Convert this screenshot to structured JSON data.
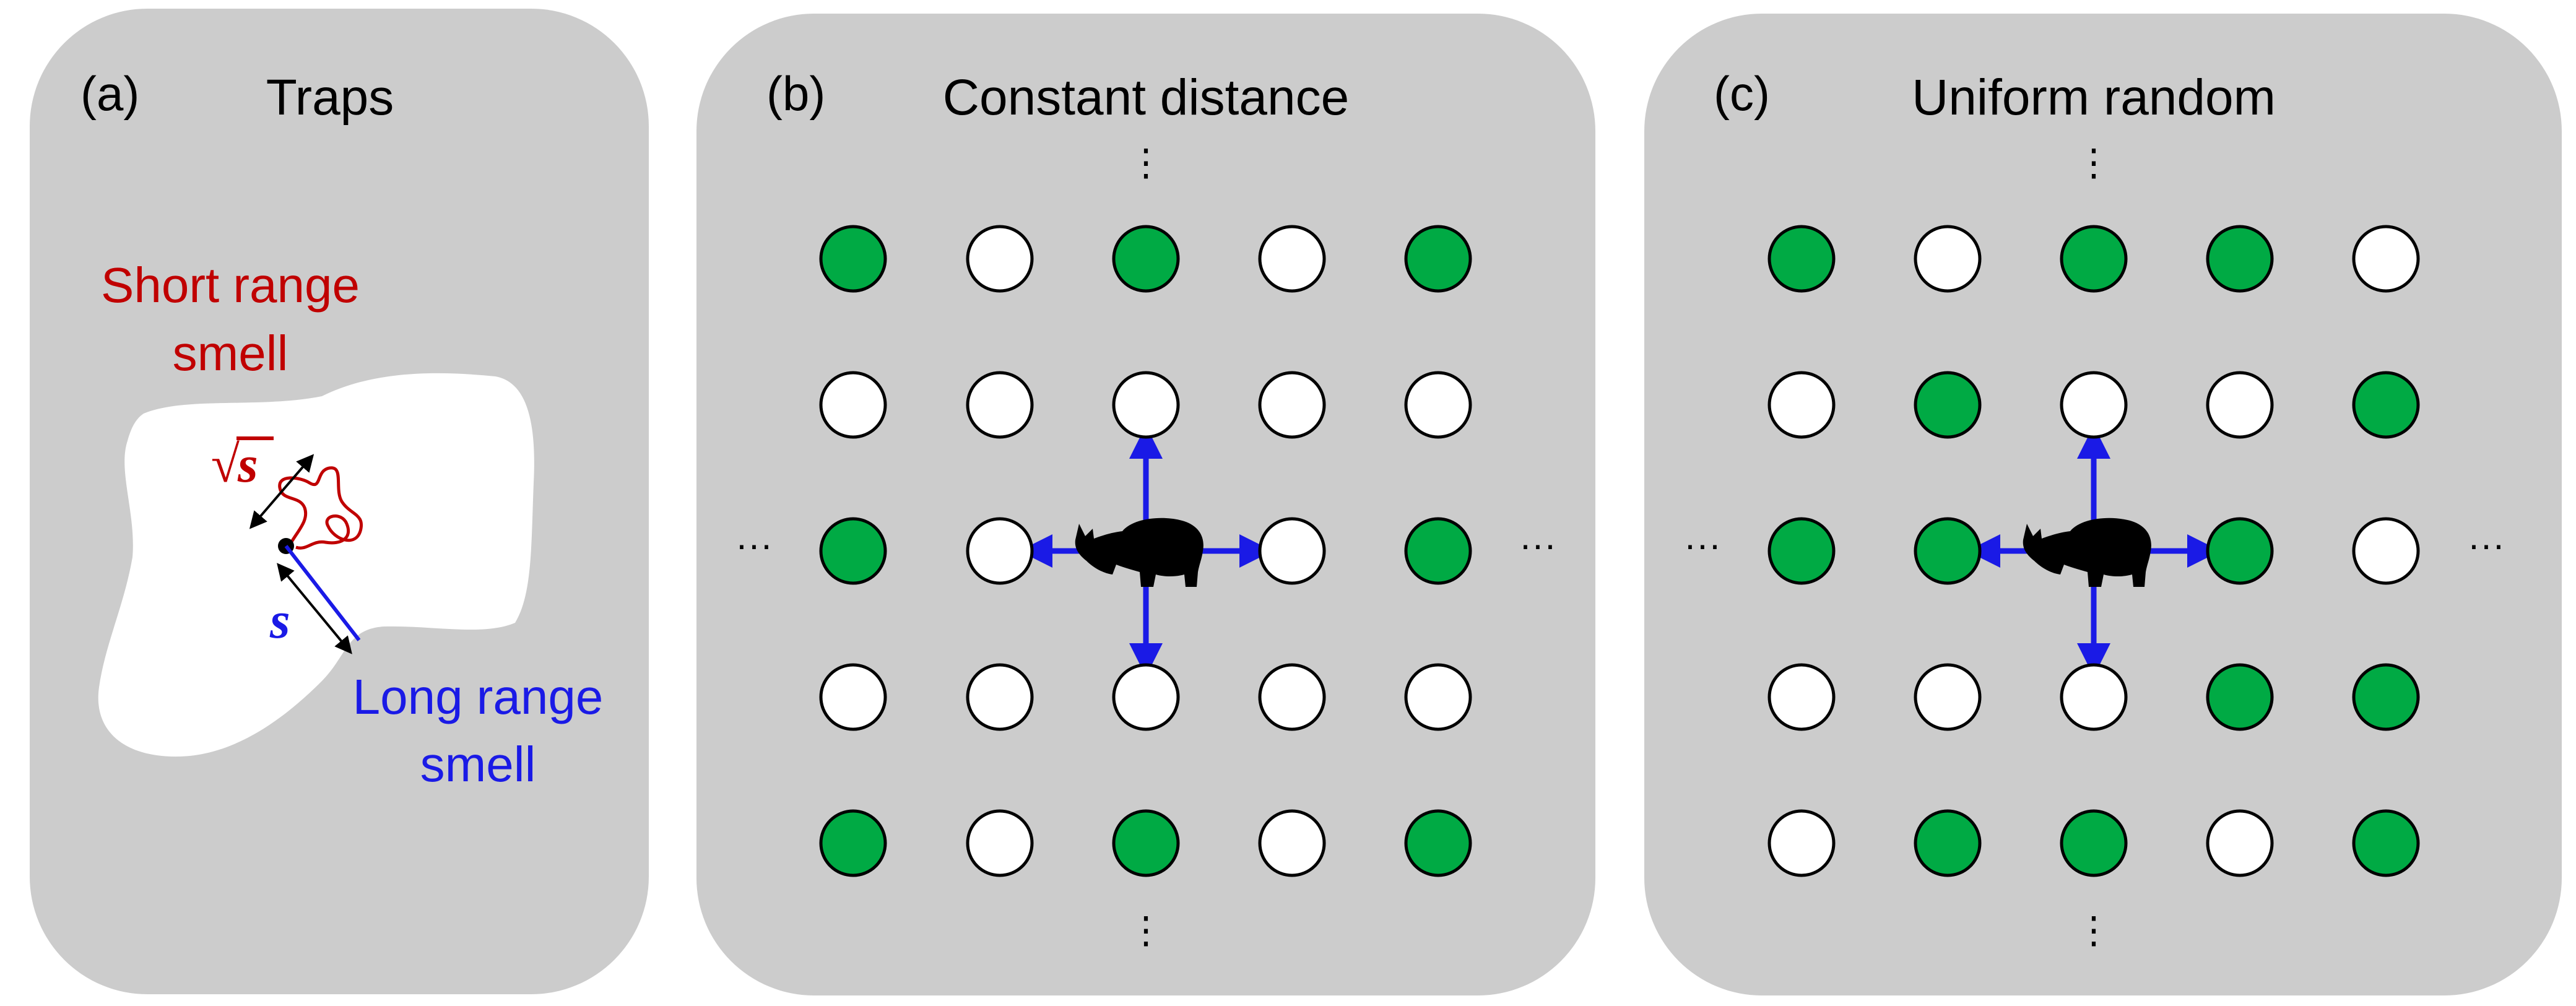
{
  "panels": [
    {
      "label": "(a)",
      "title": "Traps",
      "short_range": [
        "Short range",
        "smell"
      ],
      "long_range": [
        "Long range",
        "smell"
      ],
      "sqrt_symbol": "√",
      "s_symbol": "s"
    },
    {
      "label": "(b)",
      "title": "Constant distance",
      "grid": [
        [
          1,
          0,
          1,
          0,
          1
        ],
        [
          0,
          0,
          0,
          0,
          0
        ],
        [
          1,
          0,
          null,
          0,
          1
        ],
        [
          0,
          0,
          0,
          0,
          0
        ],
        [
          1,
          0,
          1,
          0,
          1
        ]
      ]
    },
    {
      "label": "(c)",
      "title": "Uniform random",
      "grid": [
        [
          1,
          0,
          1,
          1,
          0
        ],
        [
          0,
          1,
          0,
          0,
          1
        ],
        [
          1,
          1,
          null,
          1,
          0
        ],
        [
          0,
          0,
          0,
          1,
          1
        ],
        [
          0,
          1,
          1,
          0,
          1
        ]
      ]
    }
  ],
  "ellipsis_h": "···",
  "ellipsis_v": "⋮",
  "colors": {
    "panel_bg": "#cccccc",
    "trap_filled": "#00aa44",
    "trap_empty": "#ffffff",
    "short_range": "#c00000",
    "long_range": "#1a1ae6",
    "arrow": "#1a1ae6",
    "animal": "#000000"
  },
  "icons": {
    "animal": "rhino-icon"
  }
}
